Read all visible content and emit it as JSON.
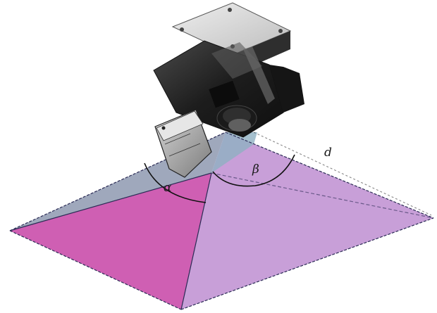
{
  "diagram": {
    "labels": {
      "alpha": "α",
      "beta": "β",
      "distance": "d"
    },
    "colors": {
      "pyramid_left_face": "#cf5fb3",
      "pyramid_right_face": "#c89fd8",
      "pyramid_back_face": "#9aa3b8",
      "back_shadow": "#8fb0c2",
      "edge": "#2b2b55",
      "projector_body": "#2a2a2a",
      "mount_plate": "#d6d6d6",
      "lens_housing": "#9a9a9a"
    },
    "icons": {
      "projector": "projector-icon",
      "mount": "ceiling-mount-icon"
    }
  }
}
